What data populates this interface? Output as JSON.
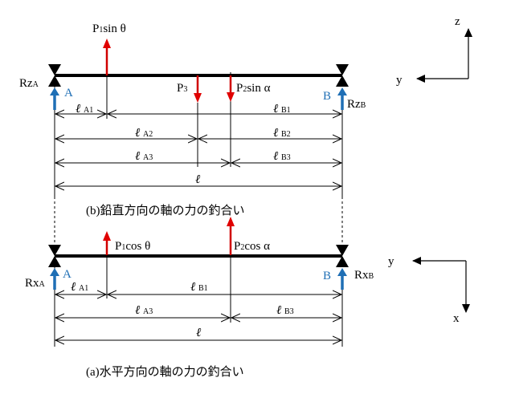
{
  "colors": {
    "force": "#e00000",
    "reaction": "#1f6fb5",
    "beam": "#000000"
  },
  "vertical": {
    "caption": "(b)鉛直方向の軸の力の釣合い",
    "p1": {
      "main": "P",
      "sub": "1",
      "rest": "sin θ"
    },
    "p2": {
      "main": "P",
      "sub": "2",
      "rest": "sin α"
    },
    "p3": {
      "main": "P",
      "sub": "3"
    },
    "rza": {
      "main": "Rz",
      "sub": "A"
    },
    "rzb": {
      "main": "Rz",
      "sub": "B"
    },
    "point_a": "A",
    "point_b": "B",
    "dims": {
      "la1": {
        "main": "ℓ",
        "sub": "A1"
      },
      "lb1": {
        "main": "ℓ",
        "sub": "B1"
      },
      "la2": {
        "main": "ℓ",
        "sub": "A2"
      },
      "lb2": {
        "main": "ℓ",
        "sub": "B2"
      },
      "la3": {
        "main": "ℓ",
        "sub": "A3"
      },
      "lb3": {
        "main": "ℓ",
        "sub": "B3"
      },
      "l": "ℓ"
    },
    "axes": {
      "up": "z",
      "left": "y"
    }
  },
  "horizontal": {
    "caption": "(a)水平方向の軸の力の釣合い",
    "p1": {
      "main": "P",
      "sub": "1",
      "rest": "cos θ"
    },
    "p2": {
      "main": "P",
      "sub": "2",
      "rest": "cos α"
    },
    "rxa": {
      "main": "Rx",
      "sub": "A"
    },
    "rxb": {
      "main": "Rx",
      "sub": "B"
    },
    "point_a": "A",
    "point_b": "B",
    "dims": {
      "la1": {
        "main": "ℓ",
        "sub": "A1"
      },
      "lb1": {
        "main": "ℓ",
        "sub": "B1"
      },
      "la3": {
        "main": "ℓ",
        "sub": "A3"
      },
      "lb3": {
        "main": "ℓ",
        "sub": "B3"
      },
      "l": "ℓ"
    },
    "axes": {
      "left": "y",
      "down": "x"
    }
  }
}
